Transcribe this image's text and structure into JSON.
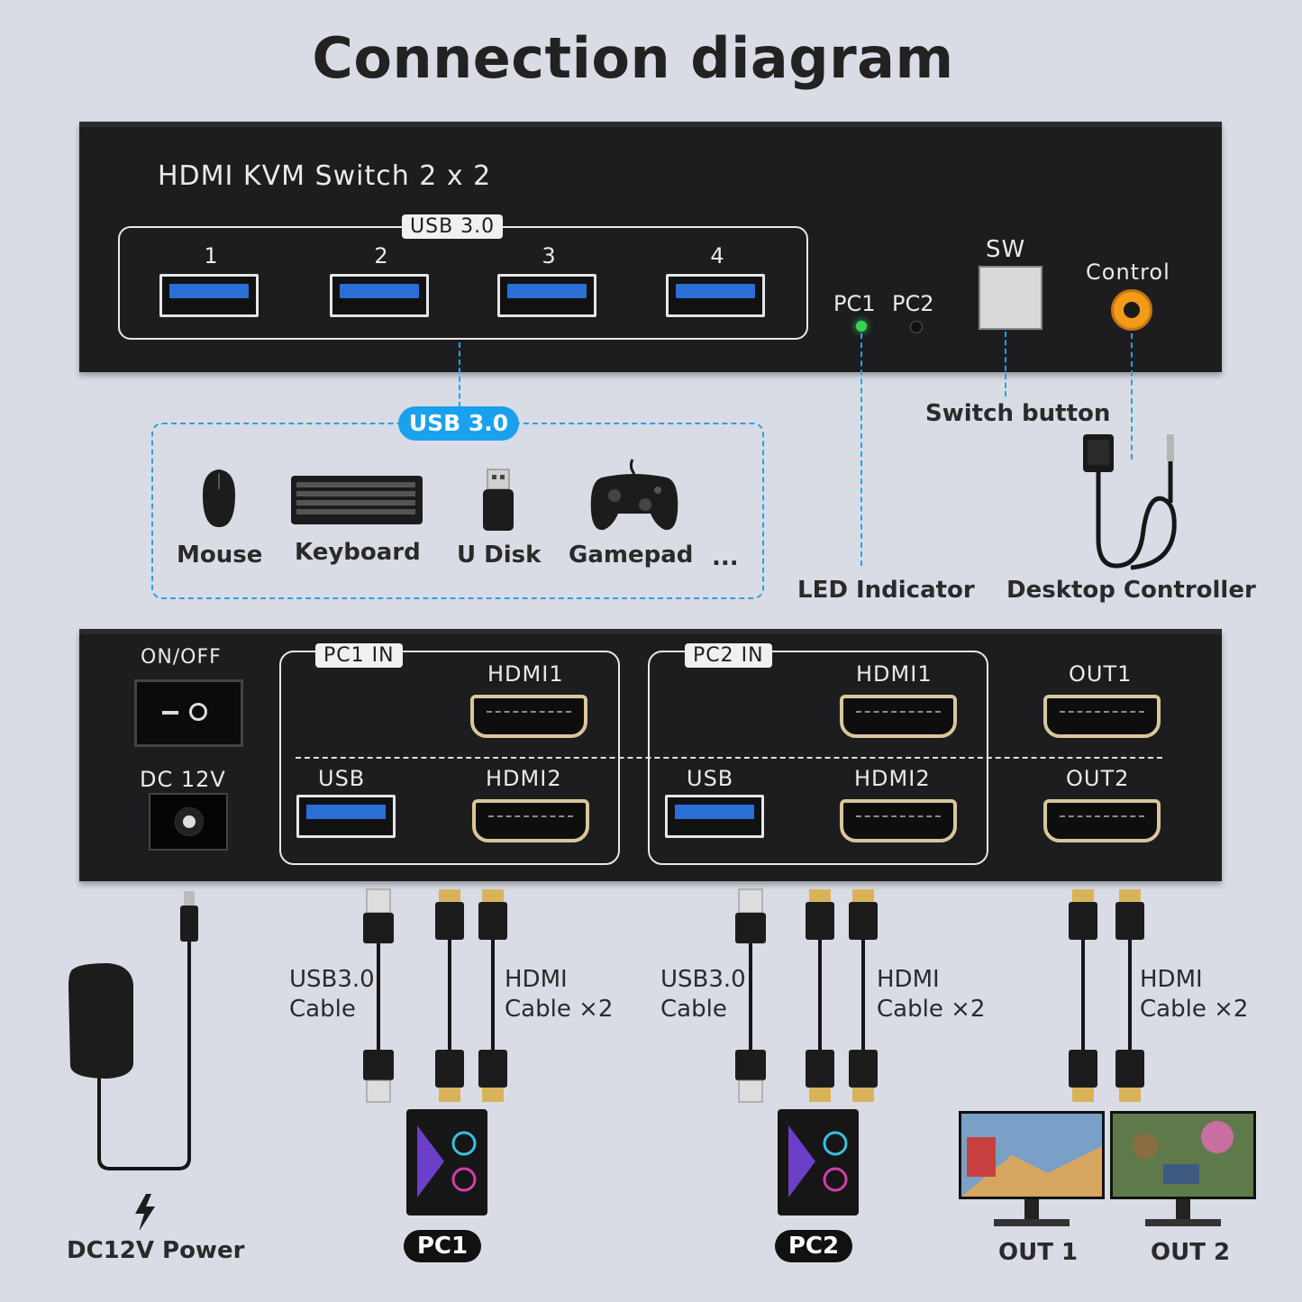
{
  "title": "Connection diagram",
  "device": {
    "name": "HDMI KVM Switch 2 x 2",
    "usb_group_label": "USB 3.0",
    "usb_ports": [
      "1",
      "2",
      "3",
      "4"
    ],
    "led_labels": [
      "PC1",
      "PC2"
    ],
    "sw_label": "SW",
    "control_label": "Control"
  },
  "callouts": {
    "switch_button": "Switch button",
    "led_indicator": "LED Indicator",
    "desktop_controller": "Desktop Controller"
  },
  "peripherals": {
    "badge": "USB 3.0",
    "items": [
      "Mouse",
      "Keyboard",
      "U Disk",
      "Gamepad"
    ],
    "more": "..."
  },
  "back_panel": {
    "power_switch_label": "ON/OFF",
    "dc_label": "DC 12V",
    "pc1_group": "PC1 IN",
    "pc2_group": "PC2 IN",
    "hdmi1": "HDMI1",
    "hdmi2": "HDMI2",
    "usb": "USB",
    "out1": "OUT1",
    "out2": "OUT2"
  },
  "cables": {
    "usb_cable_line1": "USB3.0",
    "usb_cable_line2": "Cable",
    "hdmi_cable_line1": "HDMI",
    "hdmi_cable_line2": "Cable ×2"
  },
  "bottom_labels": {
    "power": "DC12V Power",
    "pc1": "PC1",
    "pc2": "PC2",
    "out1": "OUT 1",
    "out2": "OUT 2"
  },
  "colors": {
    "device_body": "#1d1d1f",
    "usb_blue": "#2a6fd6",
    "callout_blue": "#2e9fe0",
    "led_green": "#39d353",
    "control_orange": "#f39a1b",
    "hdmi_gold": "#d8c79a",
    "background": "#d9dce4"
  }
}
